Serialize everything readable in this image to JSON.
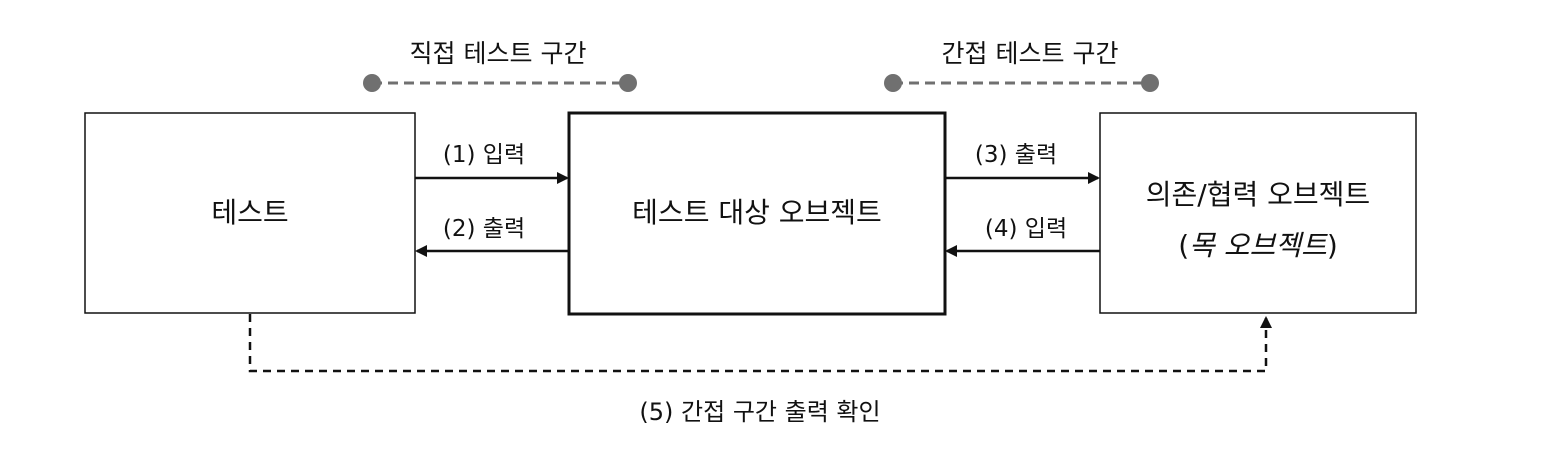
{
  "ranges": {
    "direct": "직접 테스트 구간",
    "indirect": "간접 테스트 구간",
    "dot_color": "#707070"
  },
  "boxes": {
    "test": "테스트",
    "sut": "테스트 대상 오브젝트",
    "dependency_line1": "의존/협력 오브젝트",
    "dependency_paren_open": "(",
    "dependency_italic": "목 오브젝트",
    "dependency_paren_close": ")"
  },
  "arrows": {
    "a1": "(1) 입력",
    "a2": "(2) 출력",
    "a3": "(3) 출력",
    "a4": "(4) 입력",
    "a5": "(5) 간접 구간 출력 확인"
  }
}
